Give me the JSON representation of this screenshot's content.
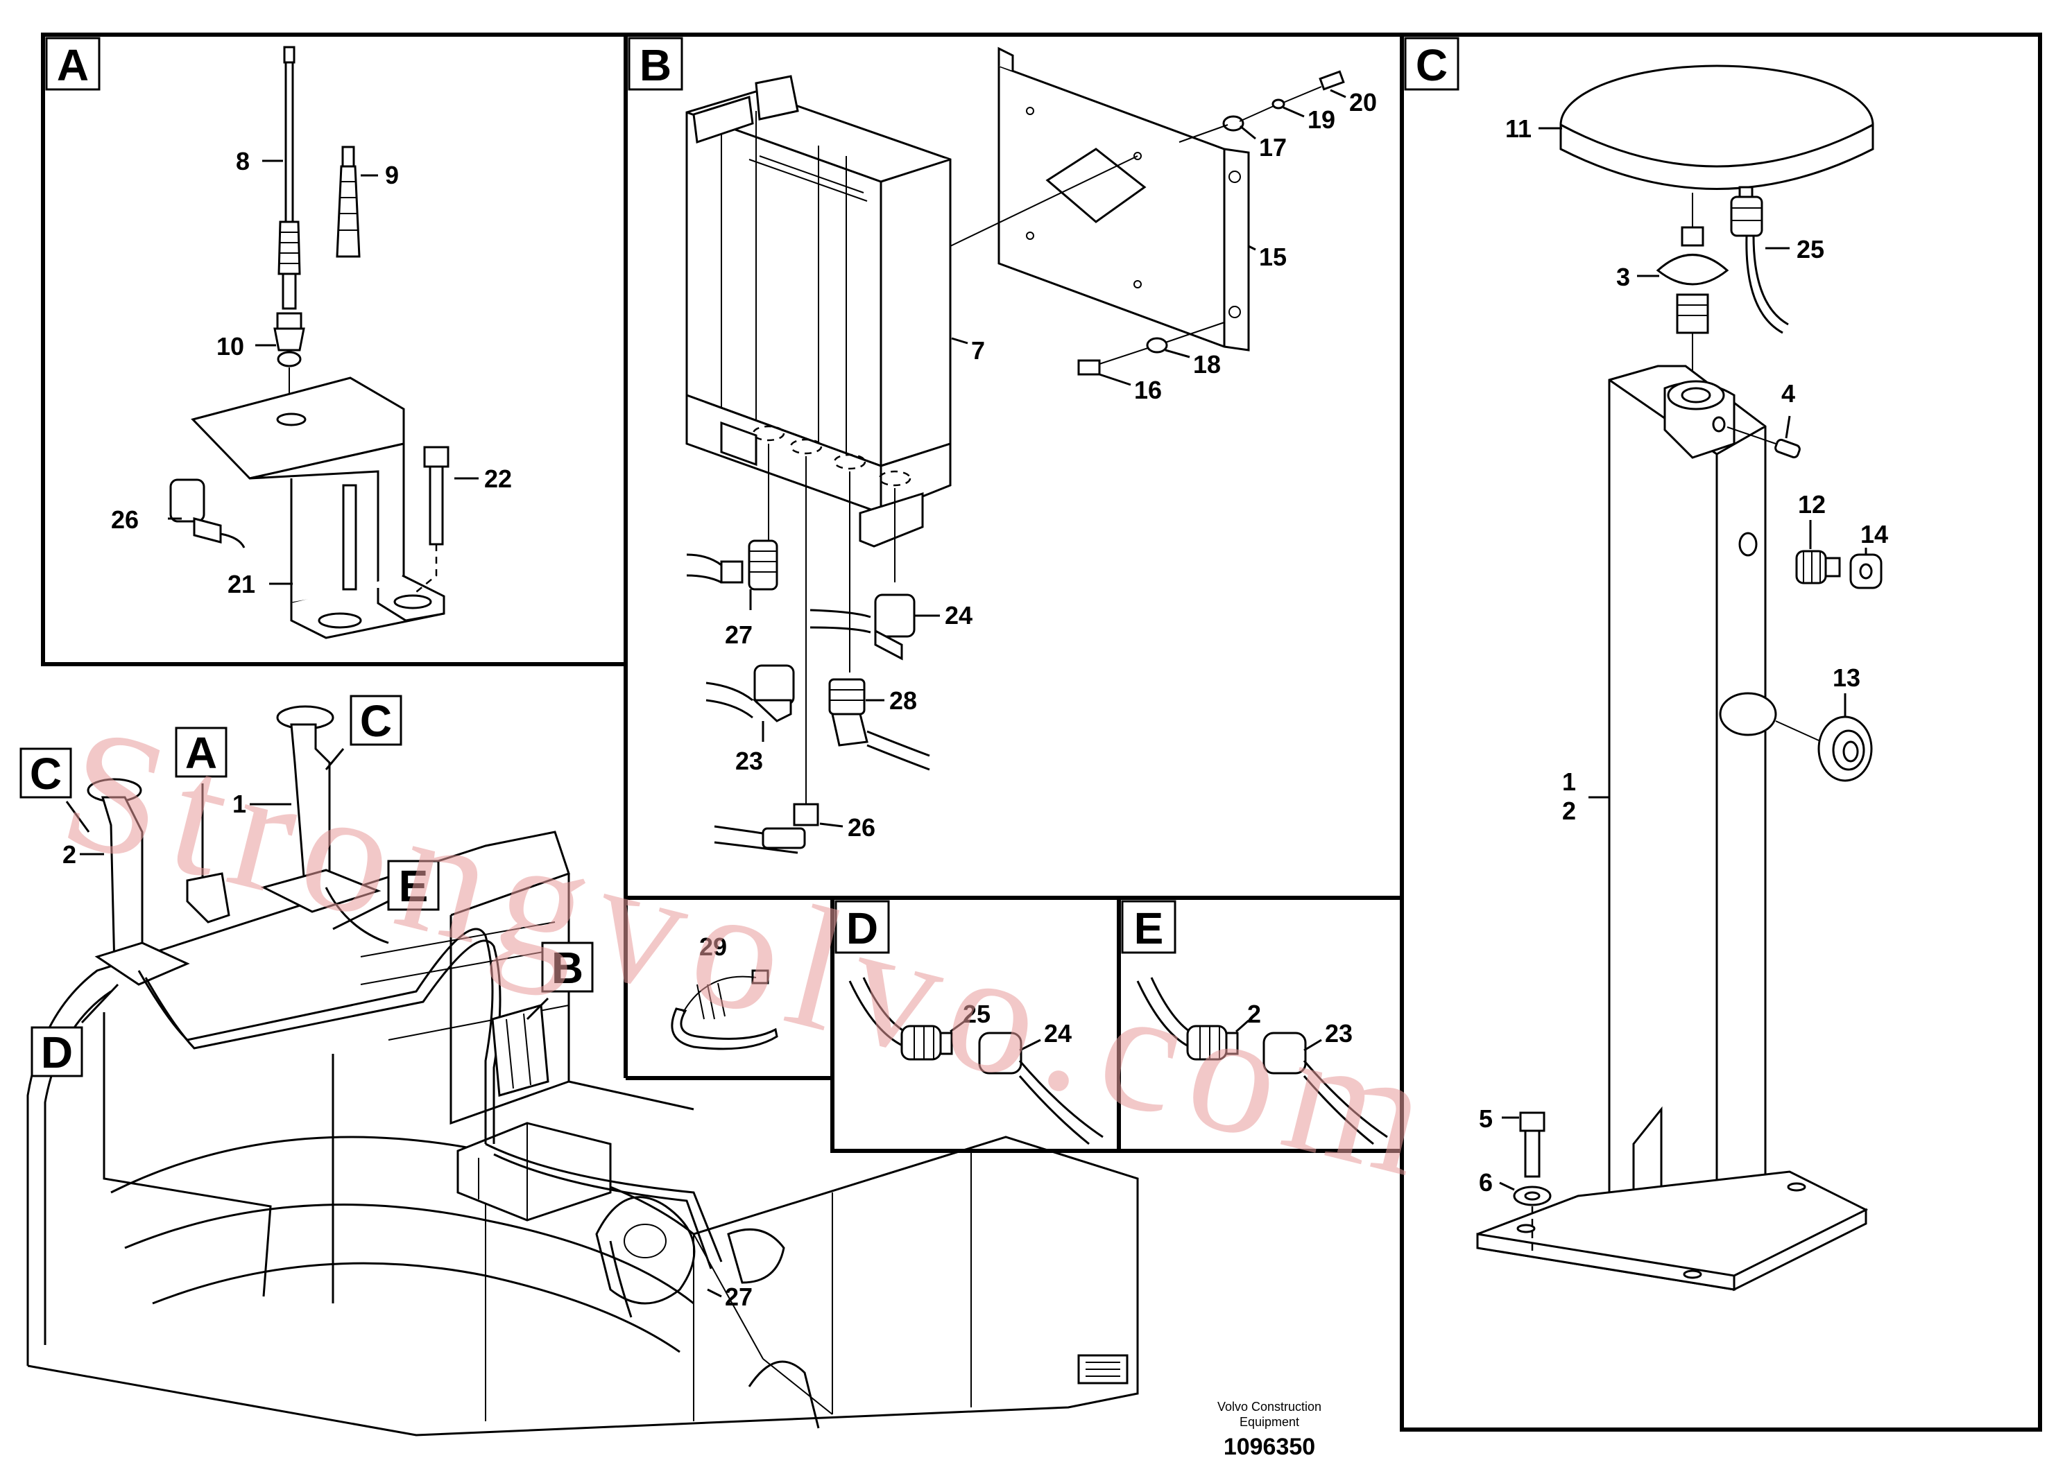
{
  "panels": {
    "A": {
      "letter": "A"
    },
    "B": {
      "letter": "B"
    },
    "C": {
      "letter": "C"
    },
    "D": {
      "letter": "D"
    },
    "E": {
      "letter": "E"
    }
  },
  "overview_callouts": {
    "c_left": "C",
    "a_mid": "A",
    "c_right": "C",
    "e": "E",
    "b": "B",
    "d": "D"
  },
  "labels": {
    "a8": "8",
    "a9": "9",
    "a10": "10",
    "a22": "22",
    "a26": "26",
    "a21": "21",
    "b20": "20",
    "b19": "19",
    "b17": "17",
    "b15": "15",
    "b7": "7",
    "b18": "18",
    "b16": "16",
    "b24": "24",
    "b27": "27",
    "b28": "28",
    "b23": "23",
    "b26": "26",
    "c11": "11",
    "c3": "3",
    "c25": "25",
    "c4": "4",
    "c12": "12",
    "c14": "14",
    "c13": "13",
    "c1": "1",
    "c2": "2",
    "c5": "5",
    "c6": "6",
    "d25": "25",
    "d24": "24",
    "e23": "23",
    "e2x": "2",
    "p29": "29",
    "o1": "1",
    "o2": "2",
    "o27": "27"
  },
  "reference": {
    "company_line1": "Volvo Construction",
    "company_line2": "Equipment",
    "number": "1096350"
  },
  "watermark": "Strongvolvo.com"
}
